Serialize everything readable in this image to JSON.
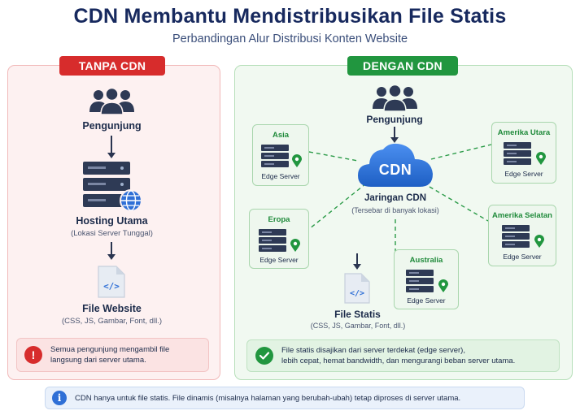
{
  "header": {
    "title": "CDN Membantu Mendistribusikan File Statis",
    "subtitle": "Perbandingan Alur Distribusi Konten Website"
  },
  "left": {
    "badge": "TANPA CDN",
    "visitor_label": "Pengunjung",
    "hosting_label": "Hosting Utama",
    "hosting_sub": "(Lokasi Server Tunggal)",
    "file_label": "File Website",
    "file_sub": "(CSS, JS, Gambar, Font, dll.)",
    "note_icon": "!",
    "note_line1": "Semua pengunjung mengambil file",
    "note_line2": "langsung dari server utama."
  },
  "right": {
    "badge": "DENGAN CDN",
    "visitor_label": "Pengunjung",
    "cloud_text": "CDN",
    "network_label": "Jaringan CDN",
    "network_sub": "(Tersebar di banyak lokasi)",
    "file_label": "File Statis",
    "file_sub": "(CSS, JS, Gambar, Font, dll.)",
    "edge_caption": "Edge Server",
    "nodes": {
      "asia": "Asia",
      "na": "Amerika Utara",
      "eu": "Eropa",
      "sa": "Amerika Selatan",
      "au": "Australia"
    },
    "note_line1": "File statis disajikan dari server terdekat (edge server),",
    "note_line2": "lebih cepat, hemat bandwidth, dan mengurangi beban server utama."
  },
  "footer": {
    "icon": "i",
    "text": "CDN hanya untuk file statis. File dinamis (misalnya halaman yang berubah-ubah) tetap diproses di server utama."
  },
  "colors": {
    "title": "#17295e",
    "red": "#d72c2c",
    "green": "#21963f",
    "blue_accent": "#2f6fd6",
    "server_dark": "#2e3a55"
  },
  "icons": {
    "visitors": "users-icon",
    "server": "server-rack-icon",
    "globe": "globe-icon",
    "file": "code-file-icon",
    "pin": "location-pin-icon",
    "cloud": "cloud-icon",
    "alert": "alert-icon",
    "check": "check-icon",
    "info": "info-icon"
  }
}
